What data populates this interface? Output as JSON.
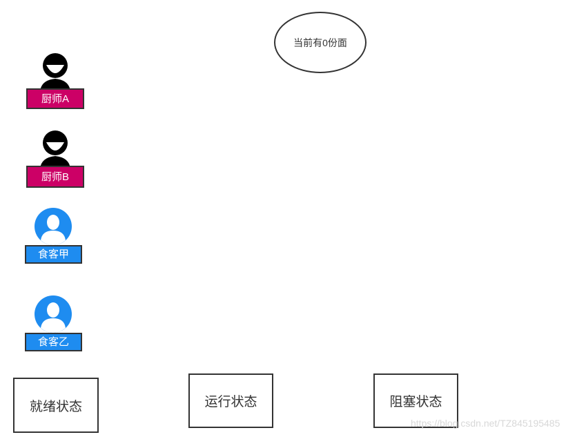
{
  "resource": {
    "label": "当前有0份面"
  },
  "actors": {
    "chef_a": {
      "label": "厨师A",
      "icon": "chef-icon"
    },
    "chef_b": {
      "label": "厨师B",
      "icon": "chef-icon"
    },
    "diner_1": {
      "label": "食客甲",
      "icon": "user-icon"
    },
    "diner_2": {
      "label": "食客乙",
      "icon": "user-icon"
    }
  },
  "states": {
    "ready": "就绪状态",
    "running": "运行状态",
    "blocked": "阻塞状态"
  },
  "watermark": "https://blog.csdn.net/TZ845195485",
  "colors": {
    "chef_tag": "#cc0066",
    "diner_tag": "#1e8cf0",
    "diner_icon": "#1e8cf0"
  }
}
